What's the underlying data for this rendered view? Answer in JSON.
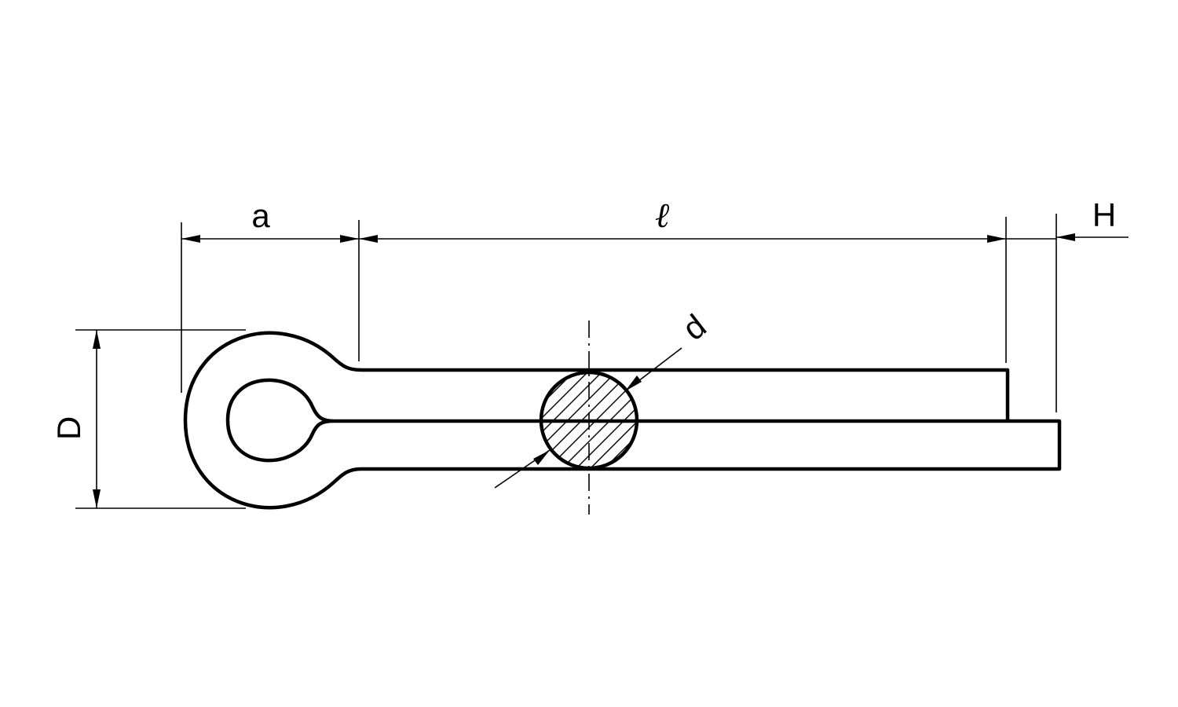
{
  "diagram": {
    "labels": {
      "a": "a",
      "l": "ℓ",
      "H": "H",
      "d": "d",
      "D": "D"
    }
  }
}
